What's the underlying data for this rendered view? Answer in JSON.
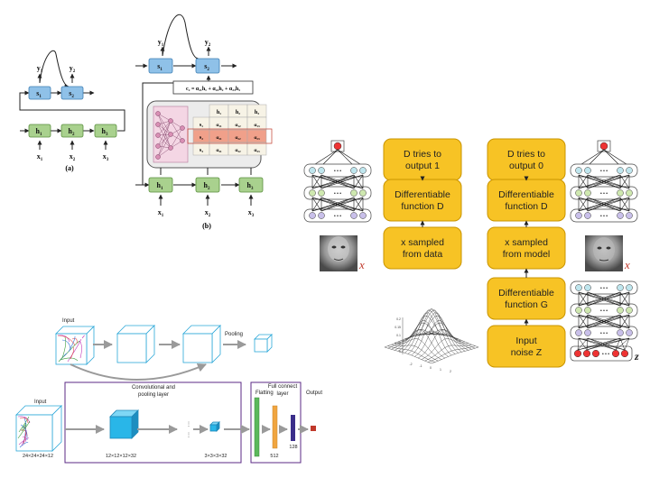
{
  "rnn": {
    "panel_a_caption": "(a)",
    "panel_b_caption": "(b)",
    "a": {
      "outputs": [
        "y",
        "y"
      ],
      "output_subs": [
        "1",
        "2"
      ],
      "decoder": [
        "s",
        "s"
      ],
      "decoder_subs": [
        "1",
        "2"
      ],
      "encoder": [
        "h",
        "h",
        "h"
      ],
      "encoder_subs": [
        "1",
        "2",
        "3"
      ],
      "inputs": [
        "x",
        "x",
        "x"
      ],
      "input_subs": [
        "1",
        "2",
        "3"
      ]
    },
    "b": {
      "outputs": [
        "y",
        "y"
      ],
      "output_subs": [
        "1",
        "2"
      ],
      "decoder": [
        "s",
        "s"
      ],
      "decoder_subs": [
        "1",
        "2"
      ],
      "encoder": [
        "h",
        "h",
        "h"
      ],
      "encoder_subs": [
        "1",
        "2",
        "3"
      ],
      "inputs": [
        "x",
        "x",
        "x"
      ],
      "input_subs": [
        "1",
        "2",
        "3"
      ],
      "context_formula": "c₂ = α₂₁h₁ + α₂₂h₂ + α₂₃h₃",
      "attention_header": [
        "h₁",
        "h₂",
        "h₃"
      ],
      "attention_rows": [
        {
          "label": "s₁",
          "cells": [
            "α₁₁",
            "α₁₂",
            "α₁₃"
          ]
        },
        {
          "label": "s₂",
          "cells": [
            "α₂₁",
            "α₂₂",
            "α₂₃"
          ]
        },
        {
          "label": "s₃",
          "cells": [
            "α₃₁",
            "α₃₂",
            "α₃₃"
          ]
        }
      ]
    }
  },
  "gan": {
    "colors": {
      "box_fill": "#f7c325",
      "box_stroke": "#c99400"
    },
    "left_column": [
      "D tries to output 1",
      "Differentiable function D",
      "x sampled from data"
    ],
    "right_column": [
      "D tries to output 0",
      "Differentiable function D",
      "x sampled from model",
      "Differentiable function G",
      "Input noise Z"
    ],
    "x_label": "x",
    "z_label": "z",
    "ellipsis": "• • •",
    "gaussian_ticks_y": [
      "0.2",
      "0.15",
      "0.1",
      "0.05",
      "0"
    ],
    "gaussian_ticks_x": [
      "-2",
      "-1",
      "0",
      "1",
      "2"
    ]
  },
  "cnn": {
    "top_input_label": "Input",
    "top_pooling_label": "Pooling",
    "bottom_input_label": "Input",
    "conv_section_label": [
      "Convolutional and",
      "pooling layer"
    ],
    "flatting_label": "Flatting",
    "fc_section_label": [
      "Full connect",
      "layer"
    ],
    "output_label": "Output",
    "dim_input": "24×24×24×12",
    "dim_conv1": "12×12×12×32",
    "dim_conv2": "3×3×3×32",
    "fc_512": "512",
    "fc_128": "128",
    "dots": "⋮",
    "colors": {
      "cube_edge": "#2aa7d8",
      "section_border": "#5b2a86",
      "green_bar": "#5cb85c",
      "orange_bar": "#f0a540",
      "purple_bar": "#3b2e8a",
      "red_square": "#c0392b"
    }
  }
}
